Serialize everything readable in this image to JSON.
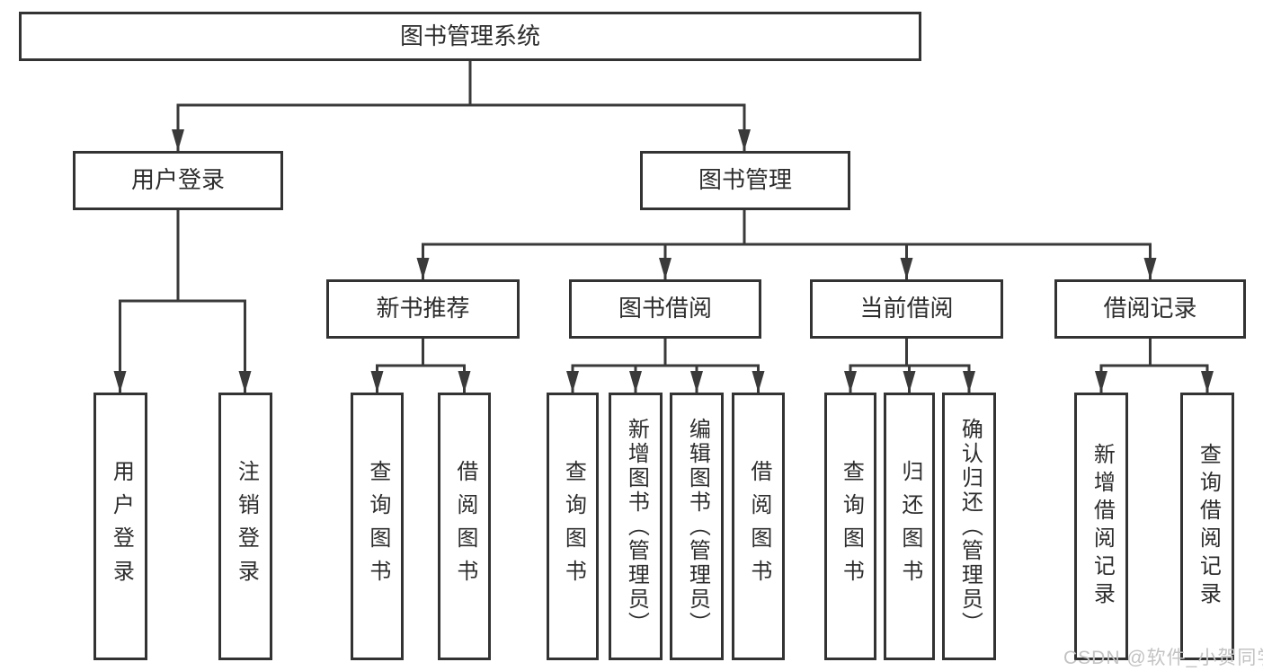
{
  "tree": {
    "label": "图书管理系统",
    "children": [
      {
        "label": "用户登录",
        "children": [
          {
            "label": "用户登录"
          },
          {
            "label": "注销登录"
          }
        ]
      },
      {
        "label": "图书管理",
        "children": [
          {
            "label": "新书推荐",
            "children": [
              {
                "label": "查询图书"
              },
              {
                "label": "借阅图书"
              }
            ]
          },
          {
            "label": "图书借阅",
            "children": [
              {
                "label": "查询图书"
              },
              {
                "label": "新增图书（管理员）"
              },
              {
                "label": "编辑图书（管理员）"
              },
              {
                "label": "借阅图书"
              }
            ]
          },
          {
            "label": "当前借阅",
            "children": [
              {
                "label": "查询图书"
              },
              {
                "label": "归还图书"
              },
              {
                "label": "确认归还（管理员）"
              }
            ]
          },
          {
            "label": "借阅记录",
            "children": [
              {
                "label": "新增借阅记录"
              },
              {
                "label": "查询借阅记录"
              }
            ]
          }
        ]
      }
    ]
  },
  "watermark": {
    "text": "CSDN @软件_小贺同学"
  },
  "colors": {
    "line": "#3a3a3a",
    "box_border": "#333333",
    "box_fill": "#ffffff",
    "text": "#2d2d2d",
    "watermark": "#c3c3c3"
  }
}
